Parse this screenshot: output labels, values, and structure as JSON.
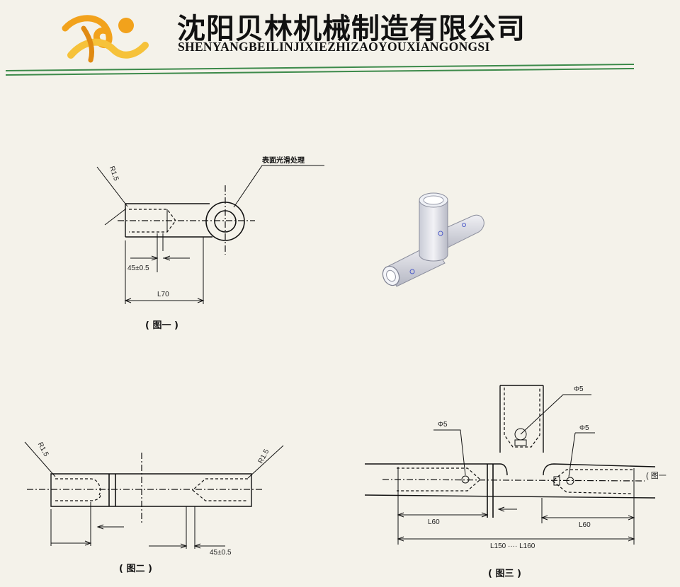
{
  "header": {
    "company_cn": "沈阳贝林机械制造有限公司",
    "company_en": "SHENYANGBEILINJIXIEZHIZAOYOUXIANGONGSI",
    "accent_color": "#f2a21c",
    "rule_color": "#3c8a4a"
  },
  "figure1": {
    "caption": "( 图一 )",
    "radius_label": "R1.5",
    "note": "表面光滑处理",
    "dim_depth": "45±0.5",
    "dim_length": "L70"
  },
  "figure2": {
    "caption": "( 图二 )",
    "radius_left": "R1.5",
    "radius_right": "R1.5",
    "dim_depth": "45±0.5"
  },
  "figure3": {
    "caption": "( 图三 )",
    "hole_top": "Φ5",
    "hole_left": "Φ5",
    "hole_right": "Φ5",
    "dim_left": "L60",
    "dim_right": "L60",
    "dim_total": "L150 ···· L160",
    "ref_note": "( 图一"
  }
}
